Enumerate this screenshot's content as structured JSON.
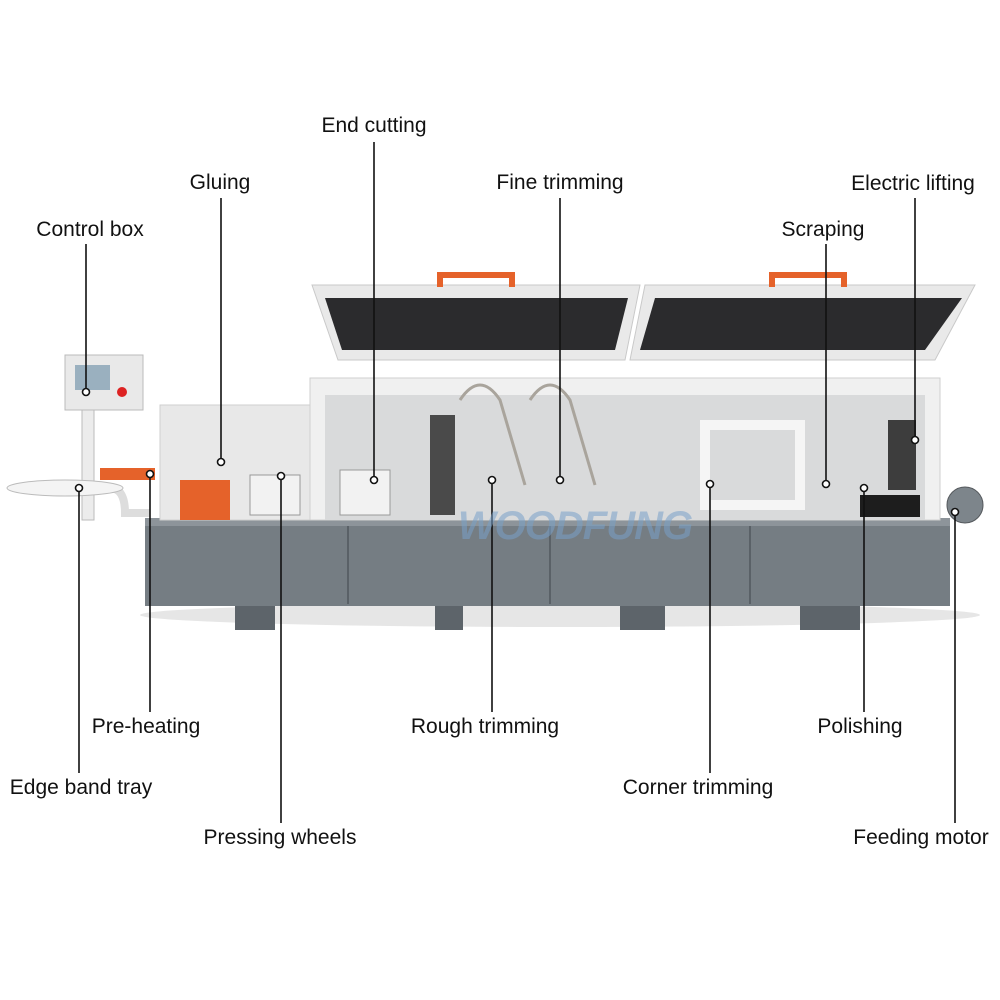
{
  "title": "Edge banding machine components",
  "brand_watermark": "WOODFUNG",
  "labels": {
    "end_cutting": "End cutting",
    "gluing": "Gluing",
    "fine_trimming": "Fine trimming",
    "electric_lifting": "Electric lifting",
    "control_box": "Control box",
    "scraping": "Scraping",
    "pre_heating": "Pre-heating",
    "edge_band_tray": "Edge band tray",
    "pressing_wheels": "Pressing wheels",
    "rough_trimming": "Rough trimming",
    "corner_trimming": "Corner trimming",
    "polishing": "Polishing",
    "feeding_motor": "Feeding motor"
  },
  "colors": {
    "body": "#6f777d",
    "frame": "#ececec",
    "window": "#2b2b2d",
    "handle": "#e5622a",
    "leader": "#111111"
  }
}
